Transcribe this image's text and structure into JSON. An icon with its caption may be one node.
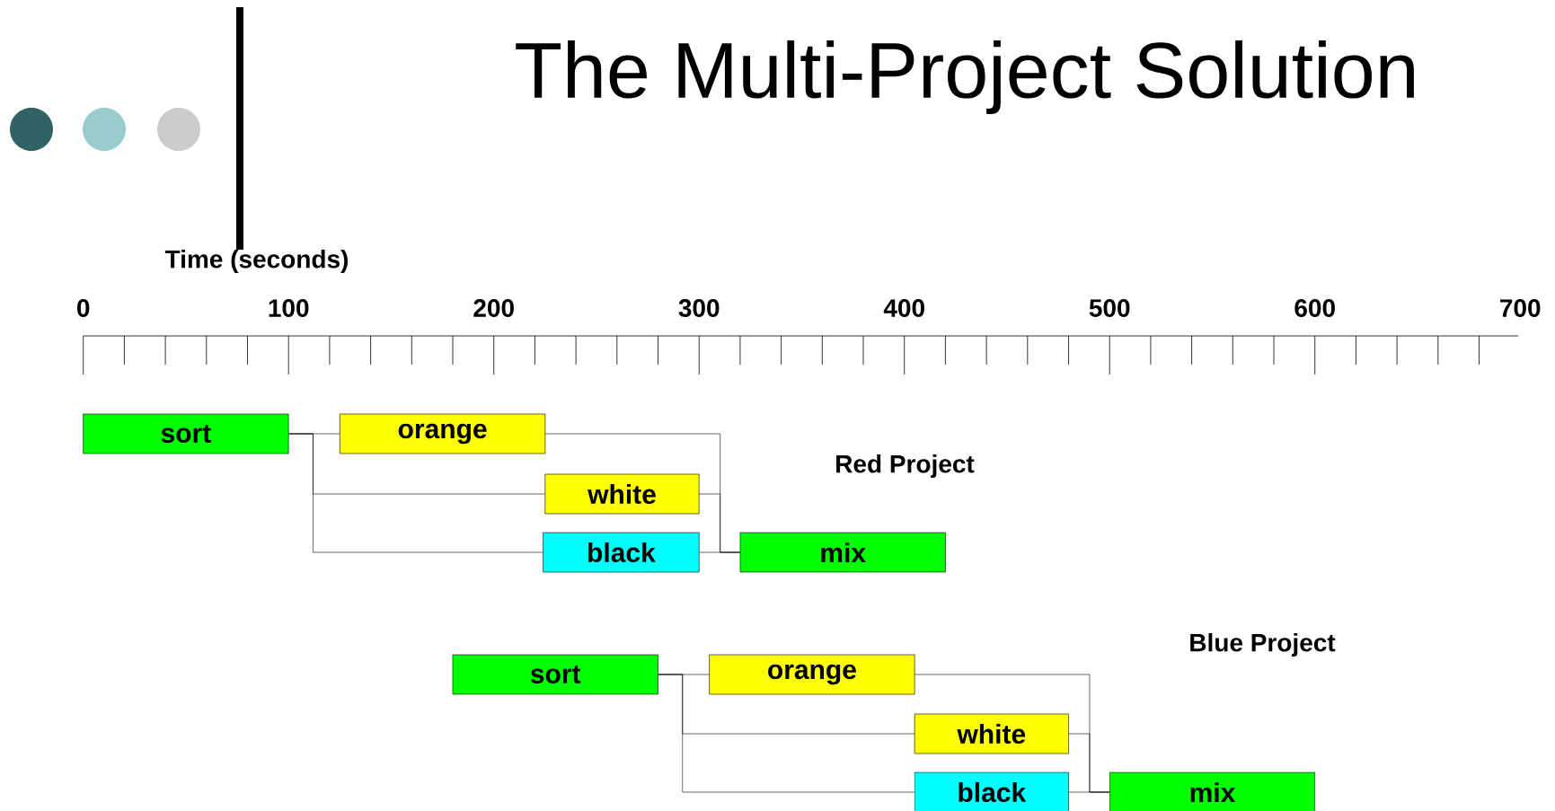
{
  "diagram": {
    "title": "The Multi-Project Solution",
    "nodes": [
      {
        "text": [
          "sort"
        ]
      },
      {
        "text": [
          "orange"
        ]
      },
      {
        "text": [
          "white"
        ]
      },
      {
        "text": [
          "black"
        ]
      },
      {
        "text": [
          "mix"
        ]
      },
      {
        "text": [
          "sort"
        ]
      },
      {
        "text": [
          "orange"
        ]
      },
      {
        "text": [
          "white"
        ]
      },
      {
        "text": [
          "black"
        ]
      },
      {
        "text": [
          "mix"
        ]
      }
    ],
    "edges": [
      {
        "from": 0,
        "to": 1,
        "arrow": "none"
      },
      {
        "from": 0,
        "to": 2,
        "arrow": "none"
      },
      {
        "from": 0,
        "to": 3,
        "arrow": "none"
      },
      {
        "from": 1,
        "to": 4,
        "arrow": "none"
      },
      {
        "from": 2,
        "to": 4,
        "arrow": "none"
      },
      {
        "from": 3,
        "to": 4,
        "arrow": "none"
      },
      {
        "from": 5,
        "to": 6,
        "arrow": "none"
      },
      {
        "from": 5,
        "to": 7,
        "arrow": "none"
      },
      {
        "from": 5,
        "to": 8,
        "arrow": "none"
      },
      {
        "from": 6,
        "to": 9,
        "arrow": "none"
      },
      {
        "from": 7,
        "to": 9,
        "arrow": "none"
      },
      {
        "from": 8,
        "to": 9,
        "arrow": "none"
      }
    ],
    "labels": [
      "Time (seconds)",
      "0",
      "100",
      "200",
      "300",
      "400",
      "500",
      "600",
      "700",
      "Red Project",
      "Blue Project"
    ]
  }
}
